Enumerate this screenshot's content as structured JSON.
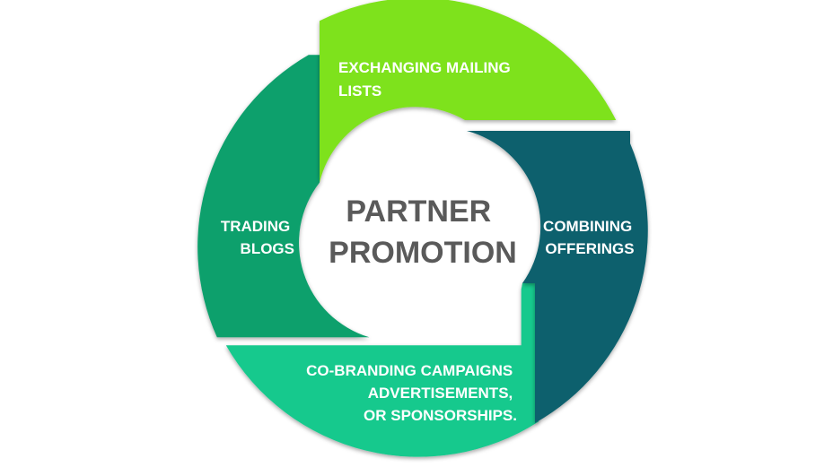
{
  "center": {
    "line1": "PARTNER",
    "line2": "PROMOTION"
  },
  "segments": {
    "top": {
      "line1": "EXCHANGING MAILING",
      "line2": "LISTS",
      "color": "#7ee21a"
    },
    "right": {
      "line1": "COMBINING",
      "line2": "OFFERINGS",
      "color": "#09616d"
    },
    "bottom": {
      "line1": "CO-BRANDING CAMPAIGNS",
      "line2": "ADVERTISEMENTS,",
      "line3": "OR SPONSORSHIPS.",
      "color": "#13c98d"
    },
    "left": {
      "line1": "TRADING",
      "line2": "BLOGS",
      "color": "#0aa06c"
    }
  }
}
